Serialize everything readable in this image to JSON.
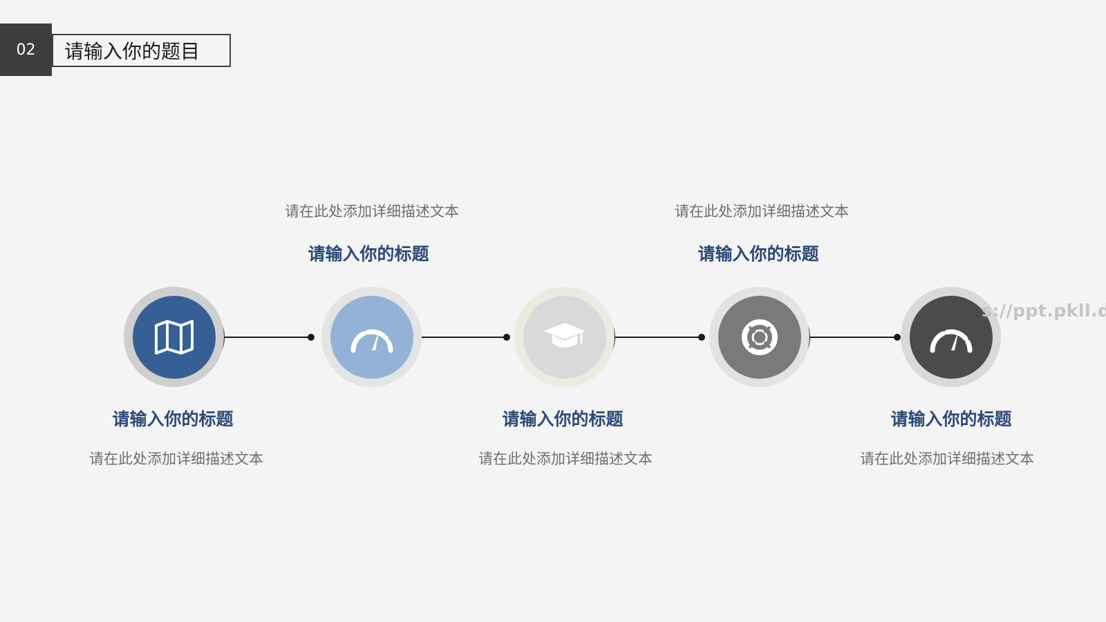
{
  "header": {
    "number": "02",
    "title": "请输入你的题目"
  },
  "steps": [
    {
      "title": "请输入你的标题",
      "desc": "请在此处添加详细描述文本",
      "icon": "map-icon",
      "color": "#355f95",
      "ring": "#cfcfcf"
    },
    {
      "title": "请输入你的标题",
      "desc": "请在此处添加详细描述文本",
      "icon": "speedometer-icon",
      "color": "#94b2d6",
      "ring": "#e4e4e4"
    },
    {
      "title": "请输入你的标题",
      "desc": "请在此处添加详细描述文本",
      "icon": "graduation-cap-icon",
      "color": "#d9d9d9",
      "ring": "#ebece0"
    },
    {
      "title": "请输入你的标题",
      "desc": "请在此处添加详细描述文本",
      "icon": "lifebuoy-icon",
      "color": "#7a7a7a",
      "ring": "#e2e2e2"
    },
    {
      "title": "请输入你的标题",
      "desc": "请在此处添加详细描述文本",
      "icon": "speedometer-icon",
      "color": "#4b4b4d",
      "ring": "#d9d9d9"
    }
  ],
  "watermark": "s://ppt.pkll.de"
}
